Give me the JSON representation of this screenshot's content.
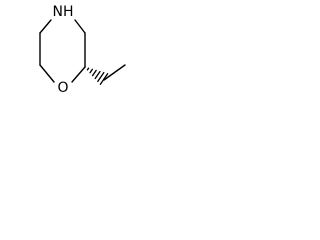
{
  "molecule": {
    "atoms": {
      "nitrogen": "NH",
      "oxygen": "O"
    },
    "stereo_bond": "hashed-wedge",
    "line_color": "#000000",
    "background": "#ffffff"
  }
}
